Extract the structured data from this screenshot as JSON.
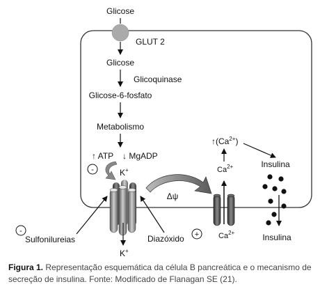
{
  "diagram": {
    "glucose_outside": "Glicose",
    "transporter": "GLUT 2",
    "glucose_inside": "Glicose",
    "enzyme": "Glicoquinase",
    "g6p": "Glicose-6-fosfato",
    "metabolism": "Metabolismo",
    "atp_up": "↑ ATP",
    "mgadp_down": "↓ MgADP",
    "k_ion": "K",
    "k_charge": "+",
    "minus_sign": "-",
    "plus_sign": "+",
    "delta_psi": "Δψ",
    "ca_increase_prefix": "↑(Ca",
    "ca_increase_charge": "2+",
    "ca_increase_suffix": ")",
    "ca_ion": "Ca",
    "ca_charge": "2+",
    "insulin_inside": "Insulina",
    "insulin_outside": "Insulina",
    "sulfonylureas": "Sulfonilureias",
    "diazoxide": "Diazóxido"
  },
  "caption": {
    "label": "Figura 1.",
    "text": " Representação esquemática da célula B pancreática e o mecanismo de secreção de insulina. Fonte: Modificado de Flanagan SE (21)."
  }
}
